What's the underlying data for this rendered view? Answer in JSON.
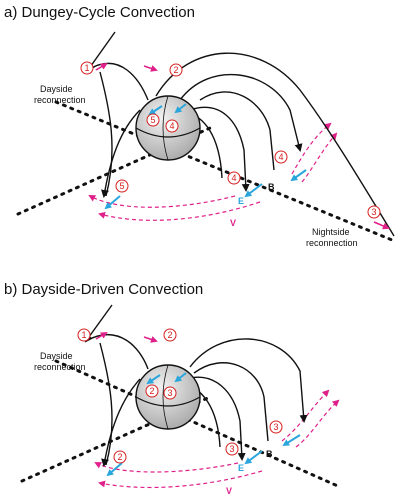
{
  "colors": {
    "field_line": "#111111",
    "flow": "#e0208a",
    "electric_field": "#2aa6dc",
    "marker": "#d62020",
    "earth_fill": "#d9d9d9"
  },
  "panel_a": {
    "title": "a) Dungey-Cycle Convection",
    "dayside_label_1": "Dayside",
    "dayside_label_2": "reconnection",
    "nightside_label_1": "Nightside",
    "nightside_label_2": "reconnection",
    "steps": [
      "1",
      "2",
      "3",
      "4",
      "5"
    ],
    "label_E": "E",
    "label_B": "B",
    "label_V": "V"
  },
  "panel_b": {
    "title": "b) Dayside-Driven Convection",
    "dayside_label_1": "Dayside",
    "dayside_label_2": "reconnection",
    "steps": [
      "1",
      "2",
      "3"
    ],
    "label_E": "E",
    "label_B": "B",
    "label_V": "V"
  }
}
